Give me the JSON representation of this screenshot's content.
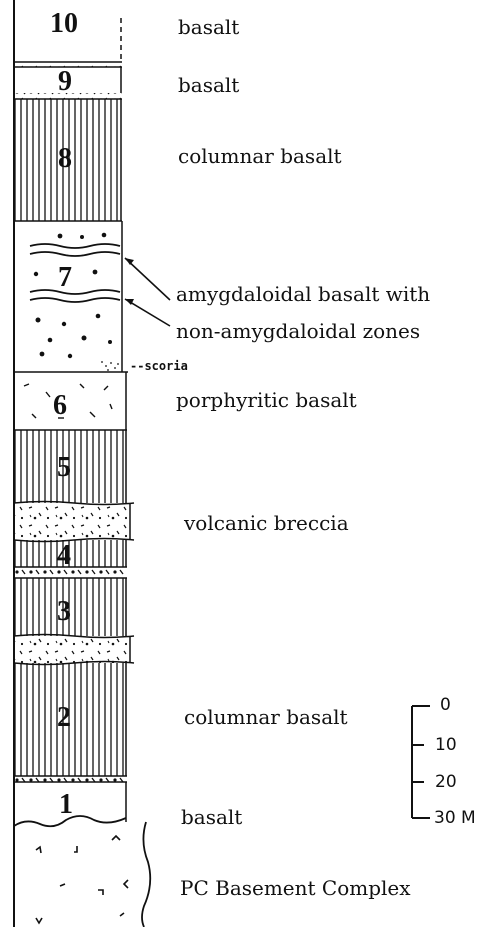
{
  "units": [
    {
      "number": "10",
      "lithology": "basalt"
    },
    {
      "number": "9",
      "lithology": "basalt"
    },
    {
      "number": "8",
      "lithology": "columnar basalt"
    },
    {
      "number": "7",
      "lithology": "amygdaloidal basalt"
    },
    {
      "number": "6",
      "lithology": "porphyritic basalt"
    },
    {
      "number": "5",
      "lithology": "columnar basalt"
    },
    {
      "number": "4",
      "lithology": "columnar basalt"
    },
    {
      "number": "3",
      "lithology": "columnar basalt"
    },
    {
      "number": "2",
      "lithology": "columnar basalt"
    },
    {
      "number": "1",
      "lithology": "basalt"
    }
  ],
  "labels": {
    "unit10": "basalt",
    "unit9": "basalt",
    "unit8": "columnar basalt",
    "unit7_line1": "amygdaloidal basalt with",
    "unit7_line2": "non-amygdaloidal zones",
    "scoria": "--scoria",
    "unit6": "porphyritic basalt",
    "breccia": "volcanic breccia",
    "unit2": "columnar basalt",
    "unit1": "basalt",
    "basement": "PC Basement Complex"
  },
  "scale": {
    "ticks": [
      "0",
      "10",
      "20",
      "30 M"
    ]
  },
  "colors": {
    "ink": "#111111",
    "paper": "#ffffff"
  }
}
